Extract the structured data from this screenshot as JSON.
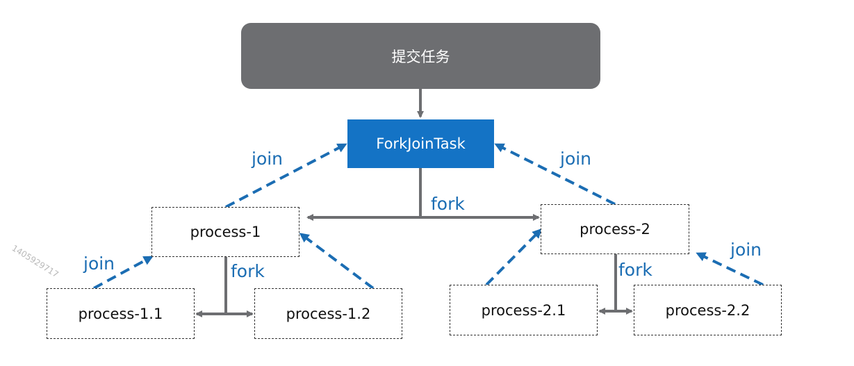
{
  "nodes": {
    "submit": "提交任务",
    "task": "ForkJoinTask",
    "p1": "process-1",
    "p2": "process-2",
    "p11": "process-1.1",
    "p12": "process-1.2",
    "p21": "process-2.1",
    "p22": "process-2.2"
  },
  "labels": {
    "fork_top": "fork",
    "fork_left": "fork",
    "fork_right": "fork",
    "join_top_left": "join",
    "join_top_right": "join",
    "join_bottom_left": "join",
    "join_bottom_right": "join"
  },
  "watermark": "1405929717",
  "colors": {
    "submit_bg": "#6d6e71",
    "task_bg": "#1473c5",
    "fork_arrow": "#6d6e71",
    "join_arrow": "#1b6db3",
    "label": "#1b6db3"
  }
}
